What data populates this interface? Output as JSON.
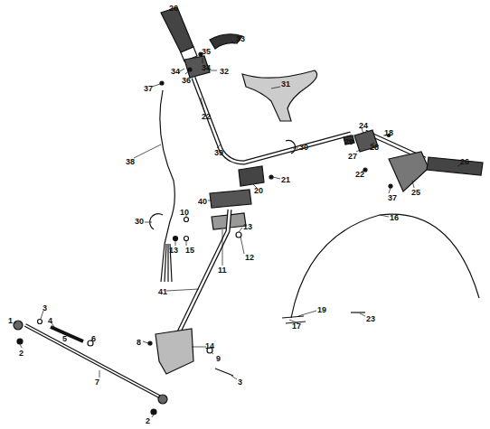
{
  "diagram": {
    "labels": [
      "26",
      "35",
      "34",
      "33",
      "32",
      "34",
      "36",
      "37",
      "22",
      "31",
      "38",
      "39",
      "30",
      "24",
      "18",
      "29",
      "28",
      "27",
      "22",
      "21",
      "20",
      "26",
      "25",
      "37",
      "30",
      "40",
      "10",
      "13",
      "16",
      "13",
      "15",
      "11",
      "12",
      "41",
      "19",
      "23",
      "17",
      "3",
      "1",
      "4",
      "5",
      "6",
      "2",
      "8",
      "14",
      "9",
      "3",
      "7",
      "2"
    ]
  }
}
